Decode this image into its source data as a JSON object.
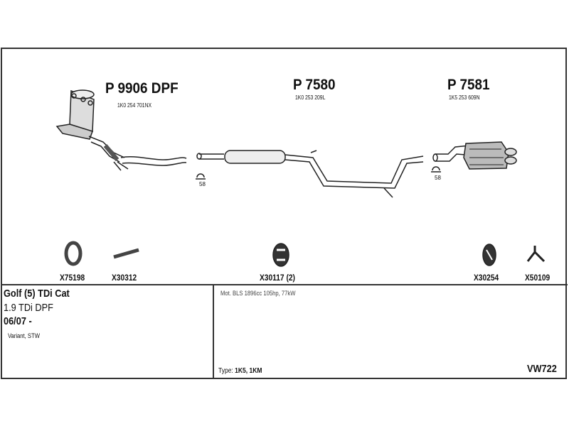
{
  "parts": [
    {
      "number": "P 9906 DPF",
      "oe": "1K0 254 701NX"
    },
    {
      "number": "P 7580",
      "oe": "1K0 253 209L"
    },
    {
      "number": "P 7581",
      "oe": "1K5 253 609N"
    }
  ],
  "clamps": [
    "58",
    "58"
  ],
  "accessories": [
    "X75198",
    "X30312",
    "X30117 (2)",
    "X30254",
    "X50109"
  ],
  "vehicle": {
    "model": "Golf (5) TDi Cat",
    "engine": "1.9 TDi DPF",
    "date": "06/07 -",
    "body": "Variant, STW"
  },
  "details": {
    "motor": "Mot. BLS 1896cc 105hp, 77kW",
    "type_label": "Type:",
    "type_value": "1K5, 1KM",
    "code": "VW722"
  }
}
